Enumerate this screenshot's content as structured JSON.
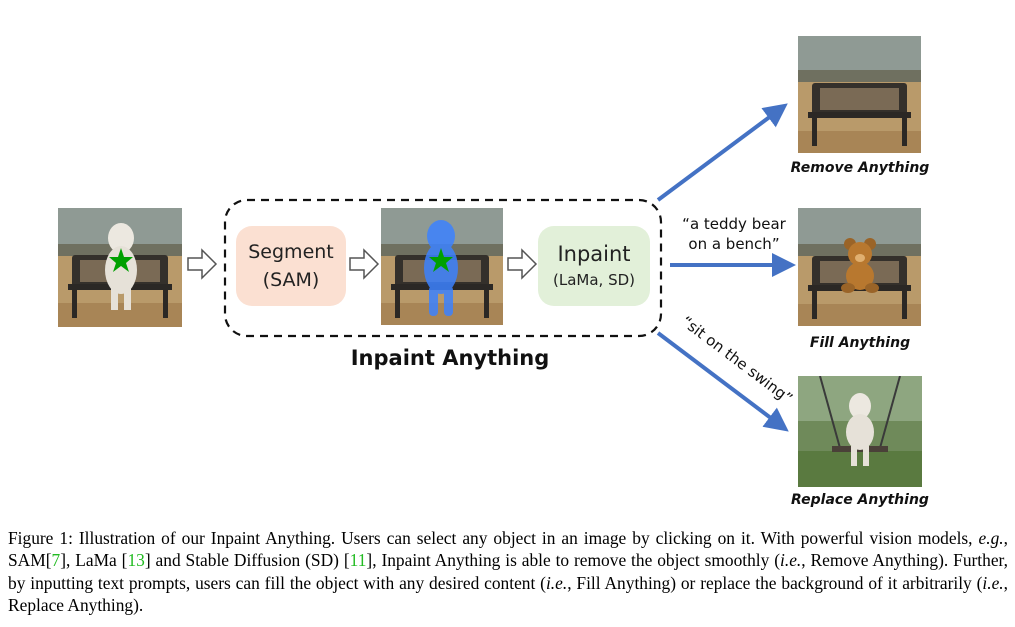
{
  "figure": {
    "module_title": "Inpaint Anything",
    "segment_box": {
      "line1": "Segment",
      "line2": "(SAM)"
    },
    "inpaint_box": {
      "line1": "Inpaint",
      "line2": "(LaMa, SD)"
    },
    "prompts": {
      "fill_line1": "“a teddy bear",
      "fill_line2": "on a bench”",
      "replace": "“sit on the swing”"
    },
    "results": {
      "remove": "Remove Anything",
      "fill": "Fill Anything",
      "replace": "Replace Anything"
    },
    "colors": {
      "segment_fill": "#fbe0d2",
      "inpaint_fill": "#e2f0d9",
      "arrow_blue": "#4472c4",
      "mask_blue": "#3c82ff",
      "click_star": "#00a000"
    }
  },
  "caption": {
    "t1": "Figure 1: Illustration of our Inpaint Anything. Users can select any object in an image by clicking on it. With powerful vision models, ",
    "eg": "e.g.",
    "t2": ", SAM[",
    "r1": "7",
    "t3": "], LaMa [",
    "r2": "13",
    "t4": "] and Stable Diffusion (SD) [",
    "r3": "11",
    "t5": "], Inpaint Anything is able to remove the object smoothly (",
    "ie1": "i.e.",
    "t6": ", Remove Anything).  Further, by inputting text prompts, users can fill the object with any desired content (",
    "ie2": "i.e.",
    "t7": ", Fill Anything) or replace the background of it arbitrarily (",
    "ie3": "i.e.",
    "t8": ", Replace Anything)."
  }
}
